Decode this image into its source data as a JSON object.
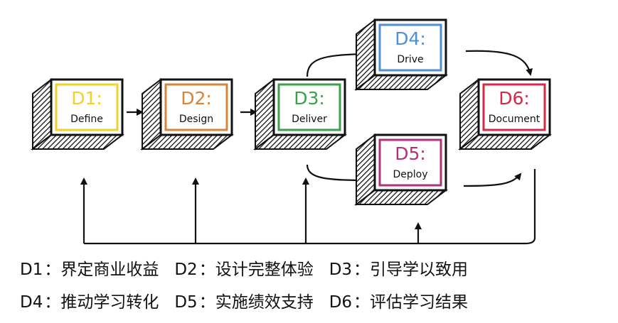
{
  "boxes": [
    {
      "id": "D1",
      "code": "D1:",
      "name": "Define",
      "color": "#f2d12b"
    },
    {
      "id": "D2",
      "code": "D2:",
      "name": "Design",
      "color": "#d9843a"
    },
    {
      "id": "D3",
      "code": "D3:",
      "name": "Deliver",
      "color": "#3aa04a"
    },
    {
      "id": "D4",
      "code": "D4:",
      "name": "Drive",
      "color": "#4f8fd6"
    },
    {
      "id": "D5",
      "code": "D5:",
      "name": "Deploy",
      "color": "#b0337a"
    },
    {
      "id": "D6",
      "code": "D6:",
      "name": "Document",
      "color": "#d42a4a"
    }
  ],
  "legend": {
    "row1": [
      {
        "code": "D1",
        "sep": "：",
        "text": "界定商业收益"
      },
      {
        "code": "D2",
        "sep": "：",
        "text": "设计完整体验"
      },
      {
        "code": "D3",
        "sep": "：",
        "text": "引导学以致用"
      }
    ],
    "row2": [
      {
        "code": "D4",
        "sep": "：",
        "text": "推动学习转化"
      },
      {
        "code": "D5",
        "sep": "：",
        "text": "实施绩效支持"
      },
      {
        "code": "D6",
        "sep": "：",
        "text": "评估学习结果"
      }
    ]
  }
}
